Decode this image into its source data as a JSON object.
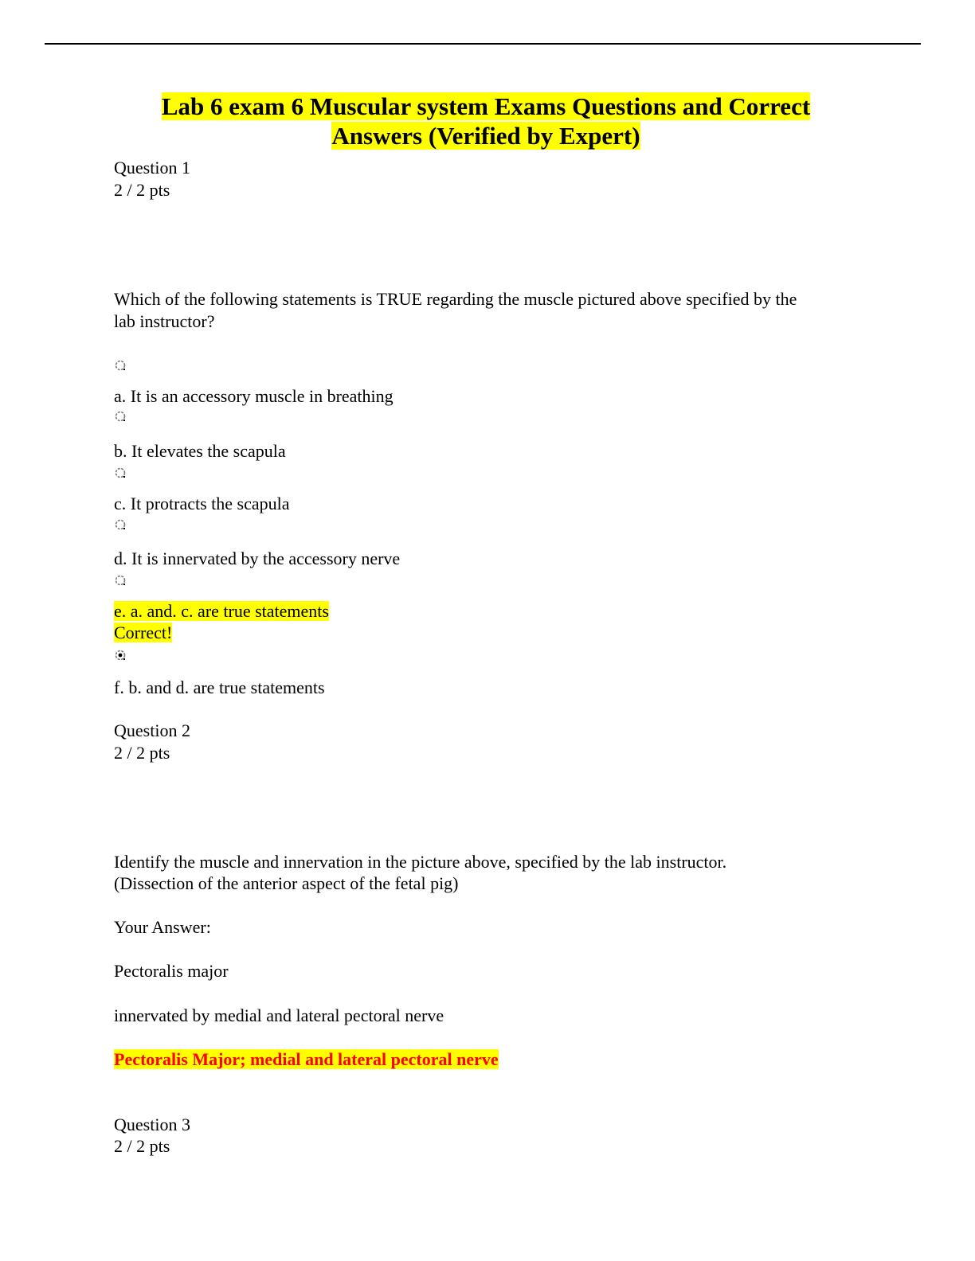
{
  "document": {
    "title_line1": "Lab 6 exam 6 Muscular system Exams Questions and Correct",
    "title_line2": "Answers (Verified by Expert)"
  },
  "questions": [
    {
      "label": "Question 1",
      "points": "2 / 2 pts",
      "prompt_line1": "Which of the following statements is TRUE regarding the muscle pictured above specified by the",
      "prompt_line2": "lab instructor?",
      "options": [
        "a. It is an accessory muscle in breathing",
        "b. It elevates the scapula",
        "c. It protracts the scapula",
        "d. It is innervated by the accessory nerve",
        "e. a. and. c. are true statements",
        "f. b. and d. are true statements"
      ],
      "correct_flag": "Correct!"
    },
    {
      "label": "Question 2",
      "points": "2 / 2 pts",
      "prompt_line1": "Identify the muscle and innervation in the picture above, specified by the lab instructor.",
      "prompt_line2": "(Dissection of the anterior aspect of the fetal pig)",
      "your_answer_label": "Your Answer:",
      "answer_line1": "Pectoralis major",
      "answer_line2": "innervated by medial and lateral pectoral  nerve",
      "answer_key": "Pectoralis Major; medial and lateral pectoral nerve"
    },
    {
      "label": "Question 3",
      "points": "2 / 2 pts"
    }
  ],
  "colors": {
    "highlight": "#ffff00",
    "answer_key_text": "#ff0000"
  },
  "icons": {
    "radio_unselected": "radio-unselected-icon",
    "radio_selected": "radio-selected-icon"
  }
}
